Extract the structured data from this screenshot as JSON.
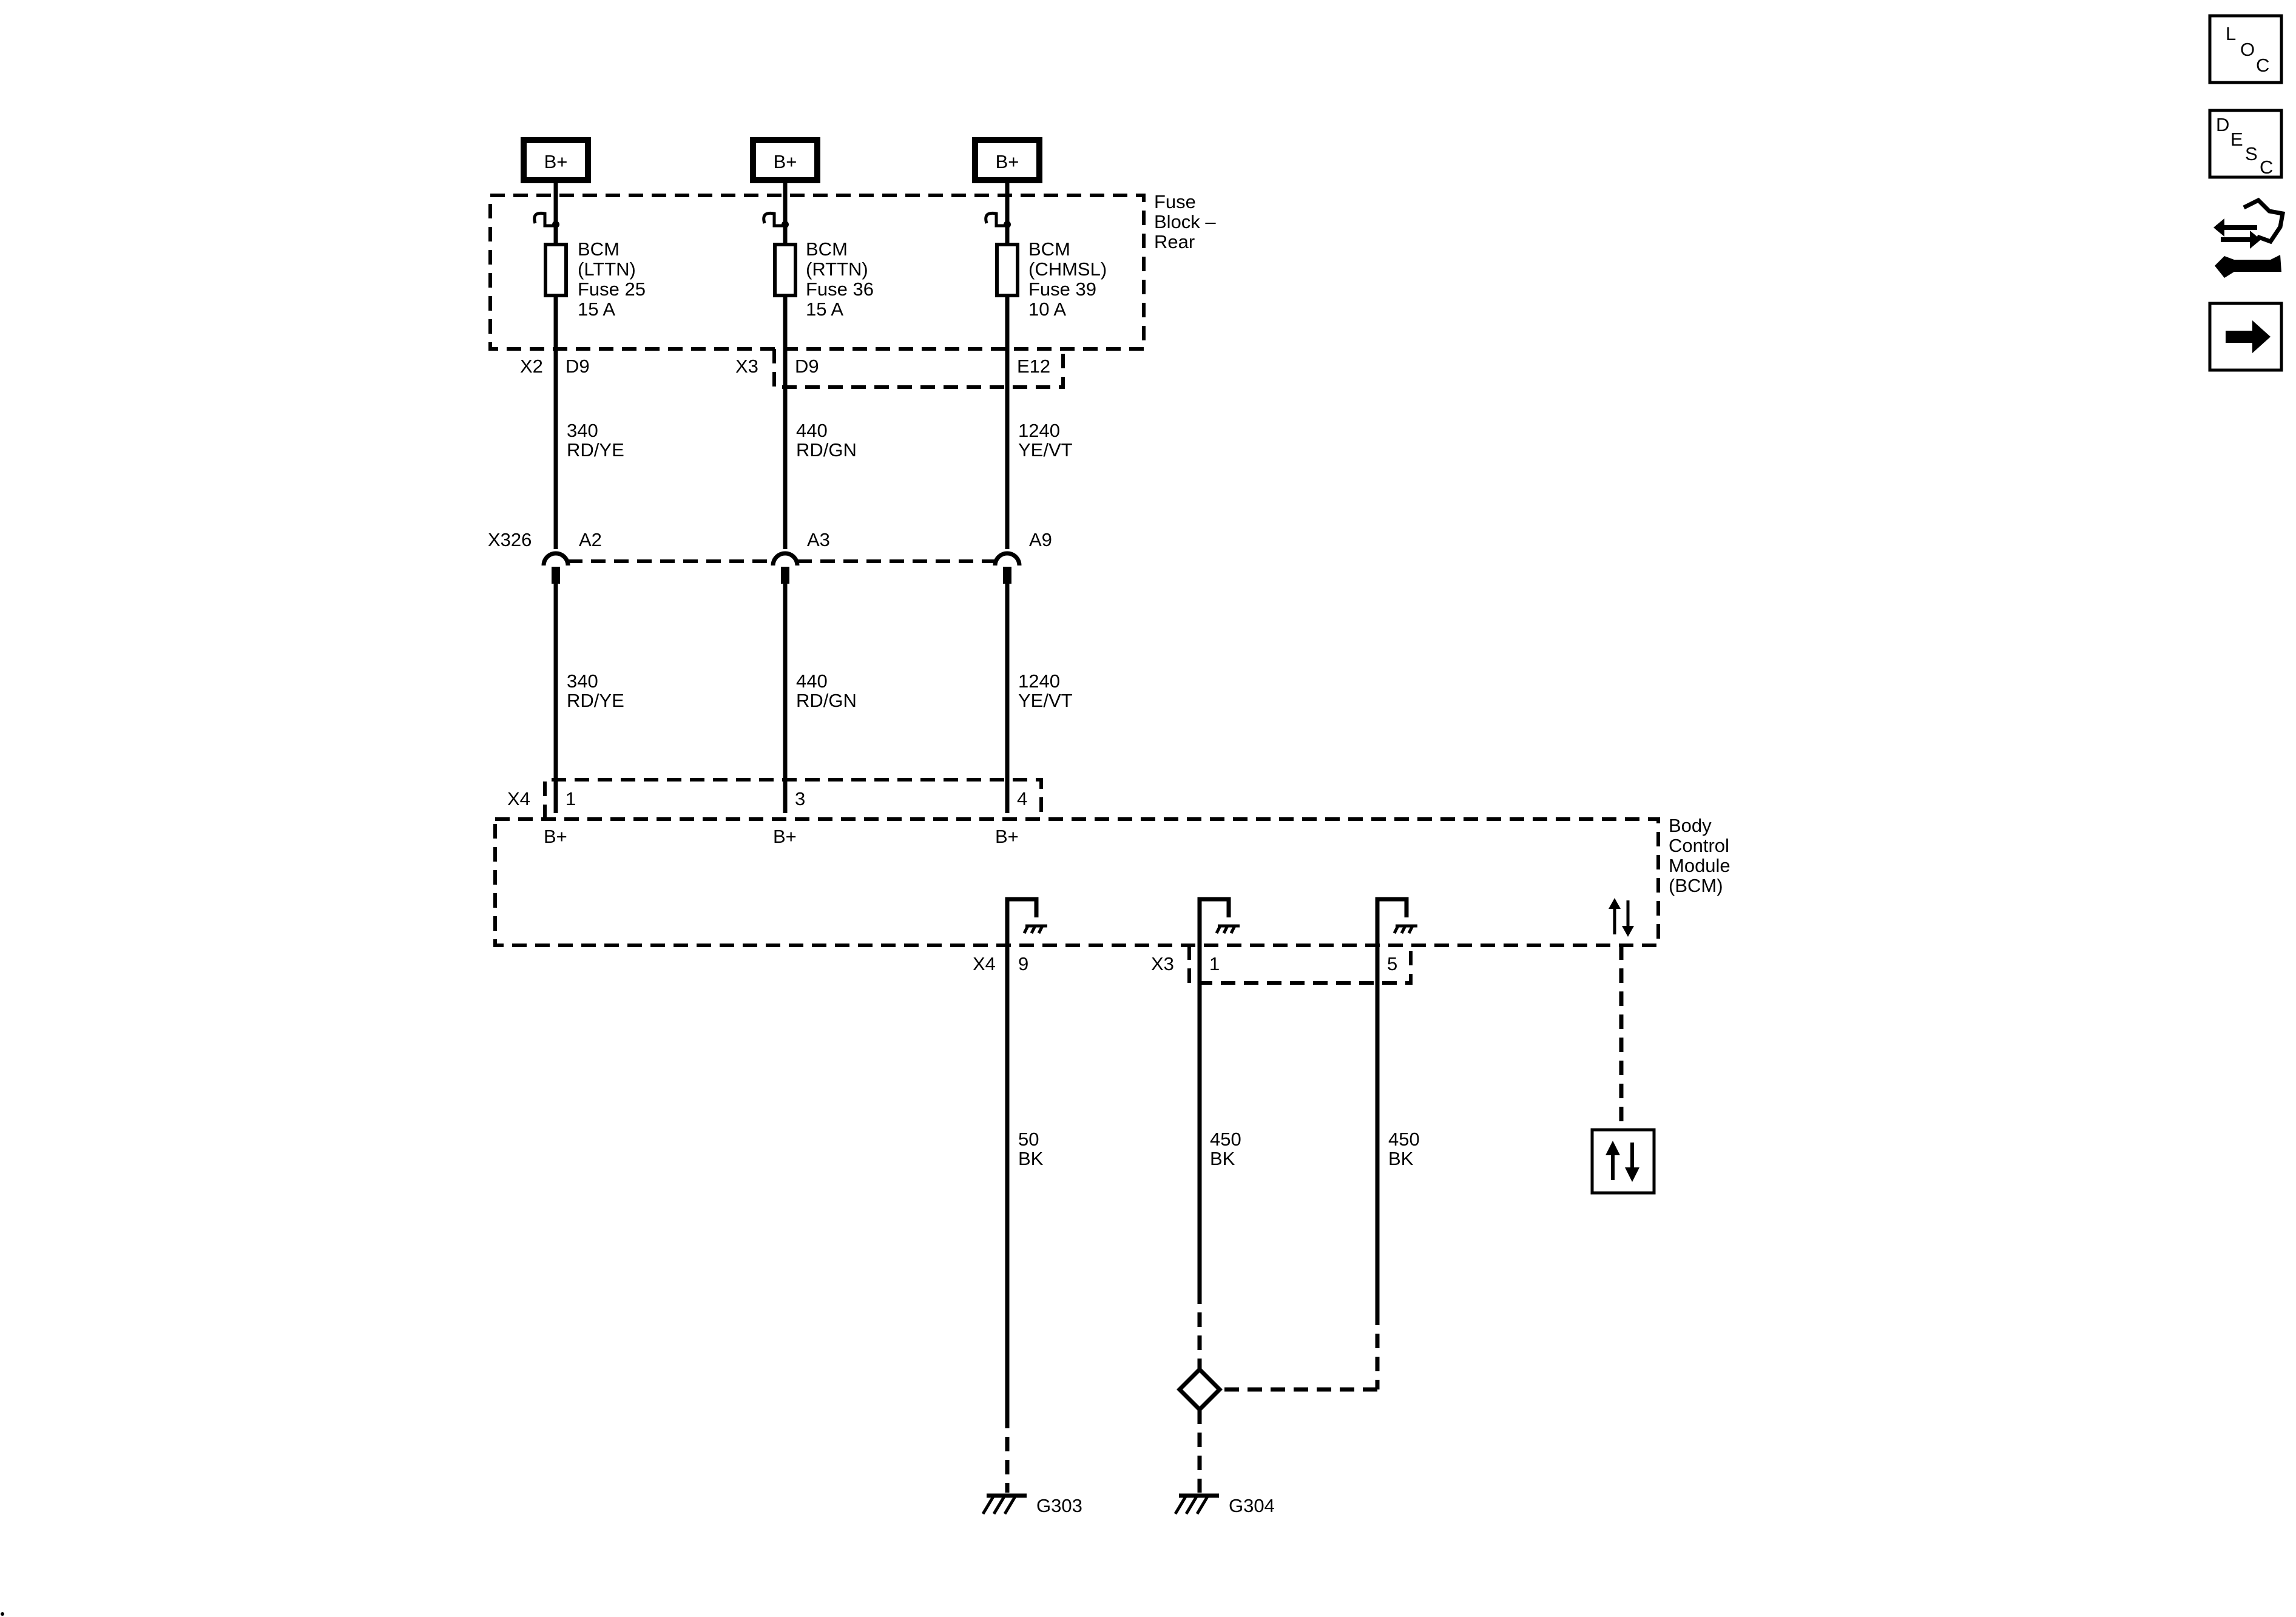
{
  "power_sources": [
    {
      "label": "B+"
    },
    {
      "label": "B+"
    },
    {
      "label": "B+"
    }
  ],
  "fuse_block": {
    "title": [
      "Fuse",
      "Block –",
      "Rear"
    ],
    "fuses": [
      {
        "lines": [
          "BCM",
          "(LTTN)",
          "Fuse 25",
          "15 A"
        ]
      },
      {
        "lines": [
          "BCM",
          "(RTTN)",
          "Fuse 36",
          "15 A"
        ]
      },
      {
        "lines": [
          "BCM",
          "(CHMSL)",
          "Fuse 39",
          "10 A"
        ]
      }
    ],
    "connectors": {
      "x2": "X2",
      "x3": "X3"
    },
    "pins": [
      "D9",
      "D9",
      "E12"
    ]
  },
  "upper_wires": [
    {
      "circuit": "340",
      "color": "RD/YE"
    },
    {
      "circuit": "440",
      "color": "RD/GN"
    },
    {
      "circuit": "1240",
      "color": "YE/VT"
    }
  ],
  "inline_connector": {
    "name": "X326",
    "pins": [
      "A2",
      "A3",
      "A9"
    ]
  },
  "lower_wires": [
    {
      "circuit": "340",
      "color": "RD/YE"
    },
    {
      "circuit": "440",
      "color": "RD/GN"
    },
    {
      "circuit": "1240",
      "color": "YE/VT"
    }
  ],
  "bcm": {
    "title": [
      "Body",
      "Control",
      "Module",
      "(BCM)"
    ],
    "input_connector": "X4",
    "input_pins": [
      "1",
      "3",
      "4"
    ],
    "input_labels": [
      "B+",
      "B+",
      "B+"
    ],
    "ground_connectors": {
      "x4": "X4",
      "x3": "X3"
    },
    "ground_pins": [
      "9",
      "1",
      "5"
    ]
  },
  "ground_wires": [
    {
      "circuit": "50",
      "color": "BK"
    },
    {
      "circuit": "450",
      "color": "BK"
    },
    {
      "circuit": "450",
      "color": "BK"
    }
  ],
  "grounds": [
    "G303",
    "G304"
  ],
  "nav_buttons": {
    "loc": [
      "L",
      "O",
      "C"
    ],
    "desc": [
      "D",
      "E",
      "S",
      "C"
    ]
  }
}
